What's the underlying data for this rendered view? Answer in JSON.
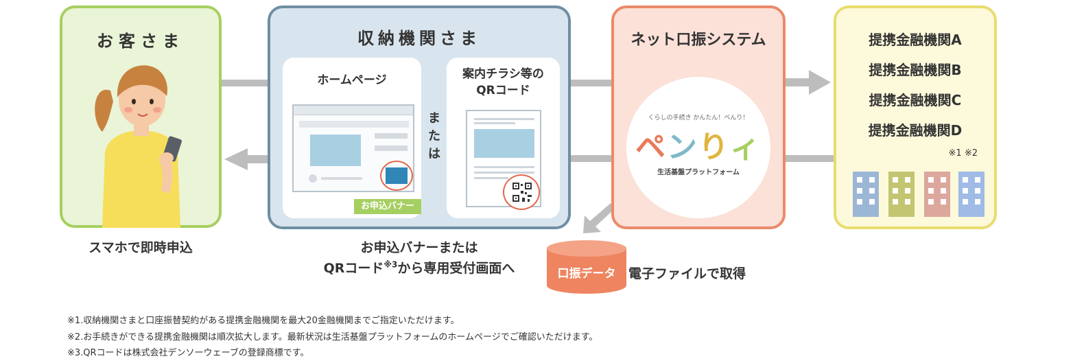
{
  "customer": {
    "title": "お客さま",
    "caption": "スマホで即時申込"
  },
  "receiver": {
    "title": "収納機関さま",
    "homepage_label": "ホームページ",
    "or_text": "または",
    "banner_label": "お申込バナー",
    "flyer_label_line1": "案内チラシ等の",
    "flyer_label_line2": "QRコード",
    "caption_line1": "お申込バナーまたは",
    "caption_line2_pre": "QRコード",
    "caption_line2_mark": "※3",
    "caption_line2_post": "から専用受付画面へ"
  },
  "net_system": {
    "title": "ネット口振システム",
    "logo_tagline": "くらしの手続き かんたん！べんり！",
    "logo_text": "ペンりィ",
    "logo_sub": "生活基盤プラットフォーム"
  },
  "banks": {
    "items": [
      "提携金融機関A",
      "提携金融機関B",
      "提携金融機関C",
      "提携金融機関D"
    ],
    "notes": "※1 ※2"
  },
  "data_file": {
    "label": "口振データ",
    "caption": "電子ファイルで取得"
  },
  "footnotes": [
    "※1.収納機関さまと口座振替契約がある提携金融機関を最大20金融機関までご指定いただけます。",
    "※2.お手続きができる提携金融機関は順次拡大します。最新状況は生活基盤プラットフォームのホームページでご確認いただけます。",
    "※3.QRコードは株式会社デンソーウェーブの登録商標です。"
  ],
  "colors": {
    "customer_border": "#a6cf61",
    "receiver_border": "#6f8ea3",
    "net_border": "#ea8a6a",
    "banks_border": "#e9dc6e",
    "arrow": "#bdbdbd",
    "data_cylinder": "#ee8560",
    "highlight": "#e3694b"
  }
}
